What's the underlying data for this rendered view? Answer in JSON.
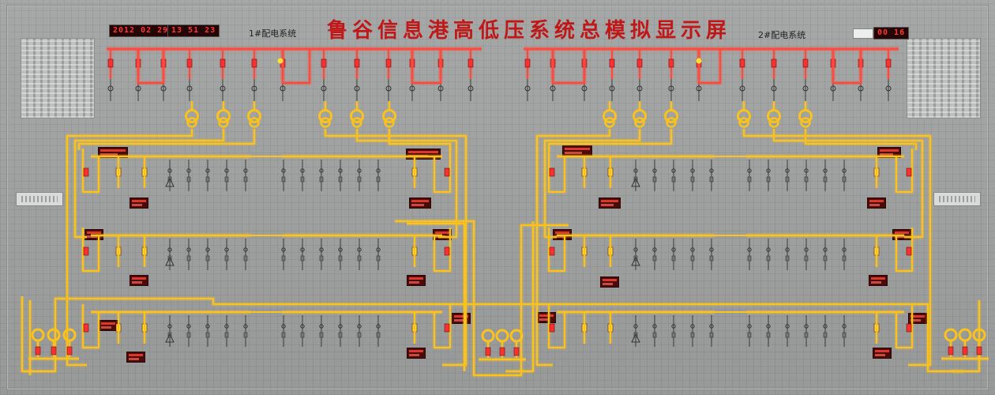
{
  "title": "鲁谷信息港高低压系统总模拟显示屏",
  "system_left": "1#配电系统",
  "system_right": "2#配电系统",
  "date_display": "2012 02 29",
  "time_display": "13 51 23",
  "right_display": "00 16",
  "colors": {
    "busbar_hv": "#ff4b3e",
    "busbar_lv": "#ffc21a",
    "breaker_closed": "#ff3030",
    "breaker_open": "#ffe033",
    "title": "#c01818"
  }
}
